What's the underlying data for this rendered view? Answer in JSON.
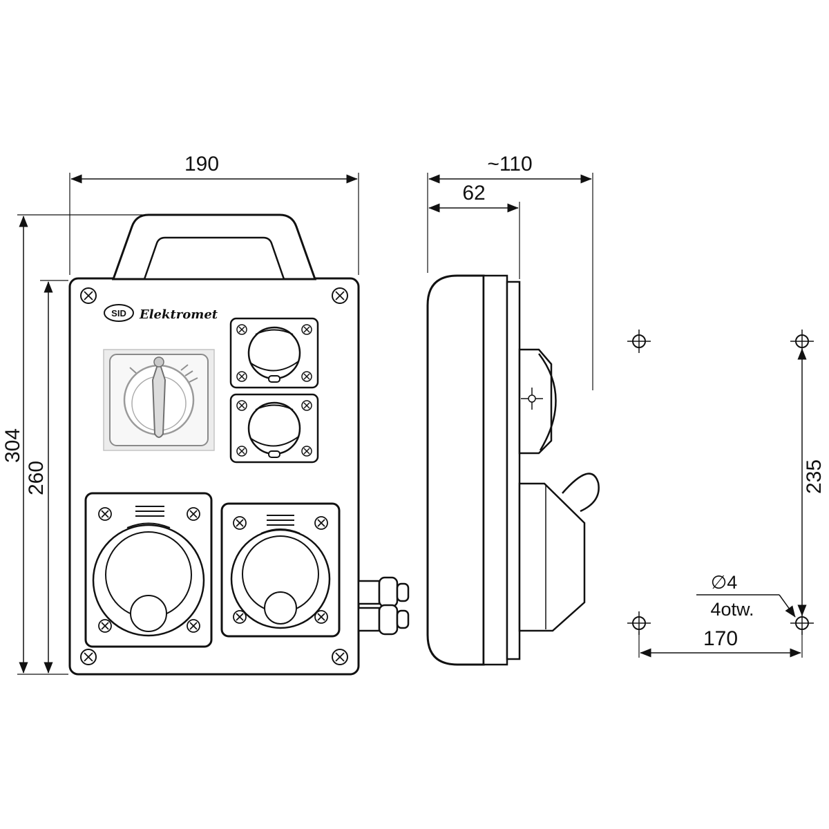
{
  "drawing": {
    "brand": {
      "logo_text": "SID",
      "brand_name": "Elektromet"
    },
    "dimensions": {
      "front_width": "190",
      "overall_height": "304",
      "body_height": "260",
      "overall_depth": "~110",
      "body_depth": "62",
      "hole_vertical_spacing": "235",
      "hole_horizontal_spacing": "170",
      "hole_diameter": "∅4",
      "hole_count_note": "4otw."
    },
    "colors": {
      "line": "#111111",
      "photo_bg": "#ececec"
    }
  }
}
